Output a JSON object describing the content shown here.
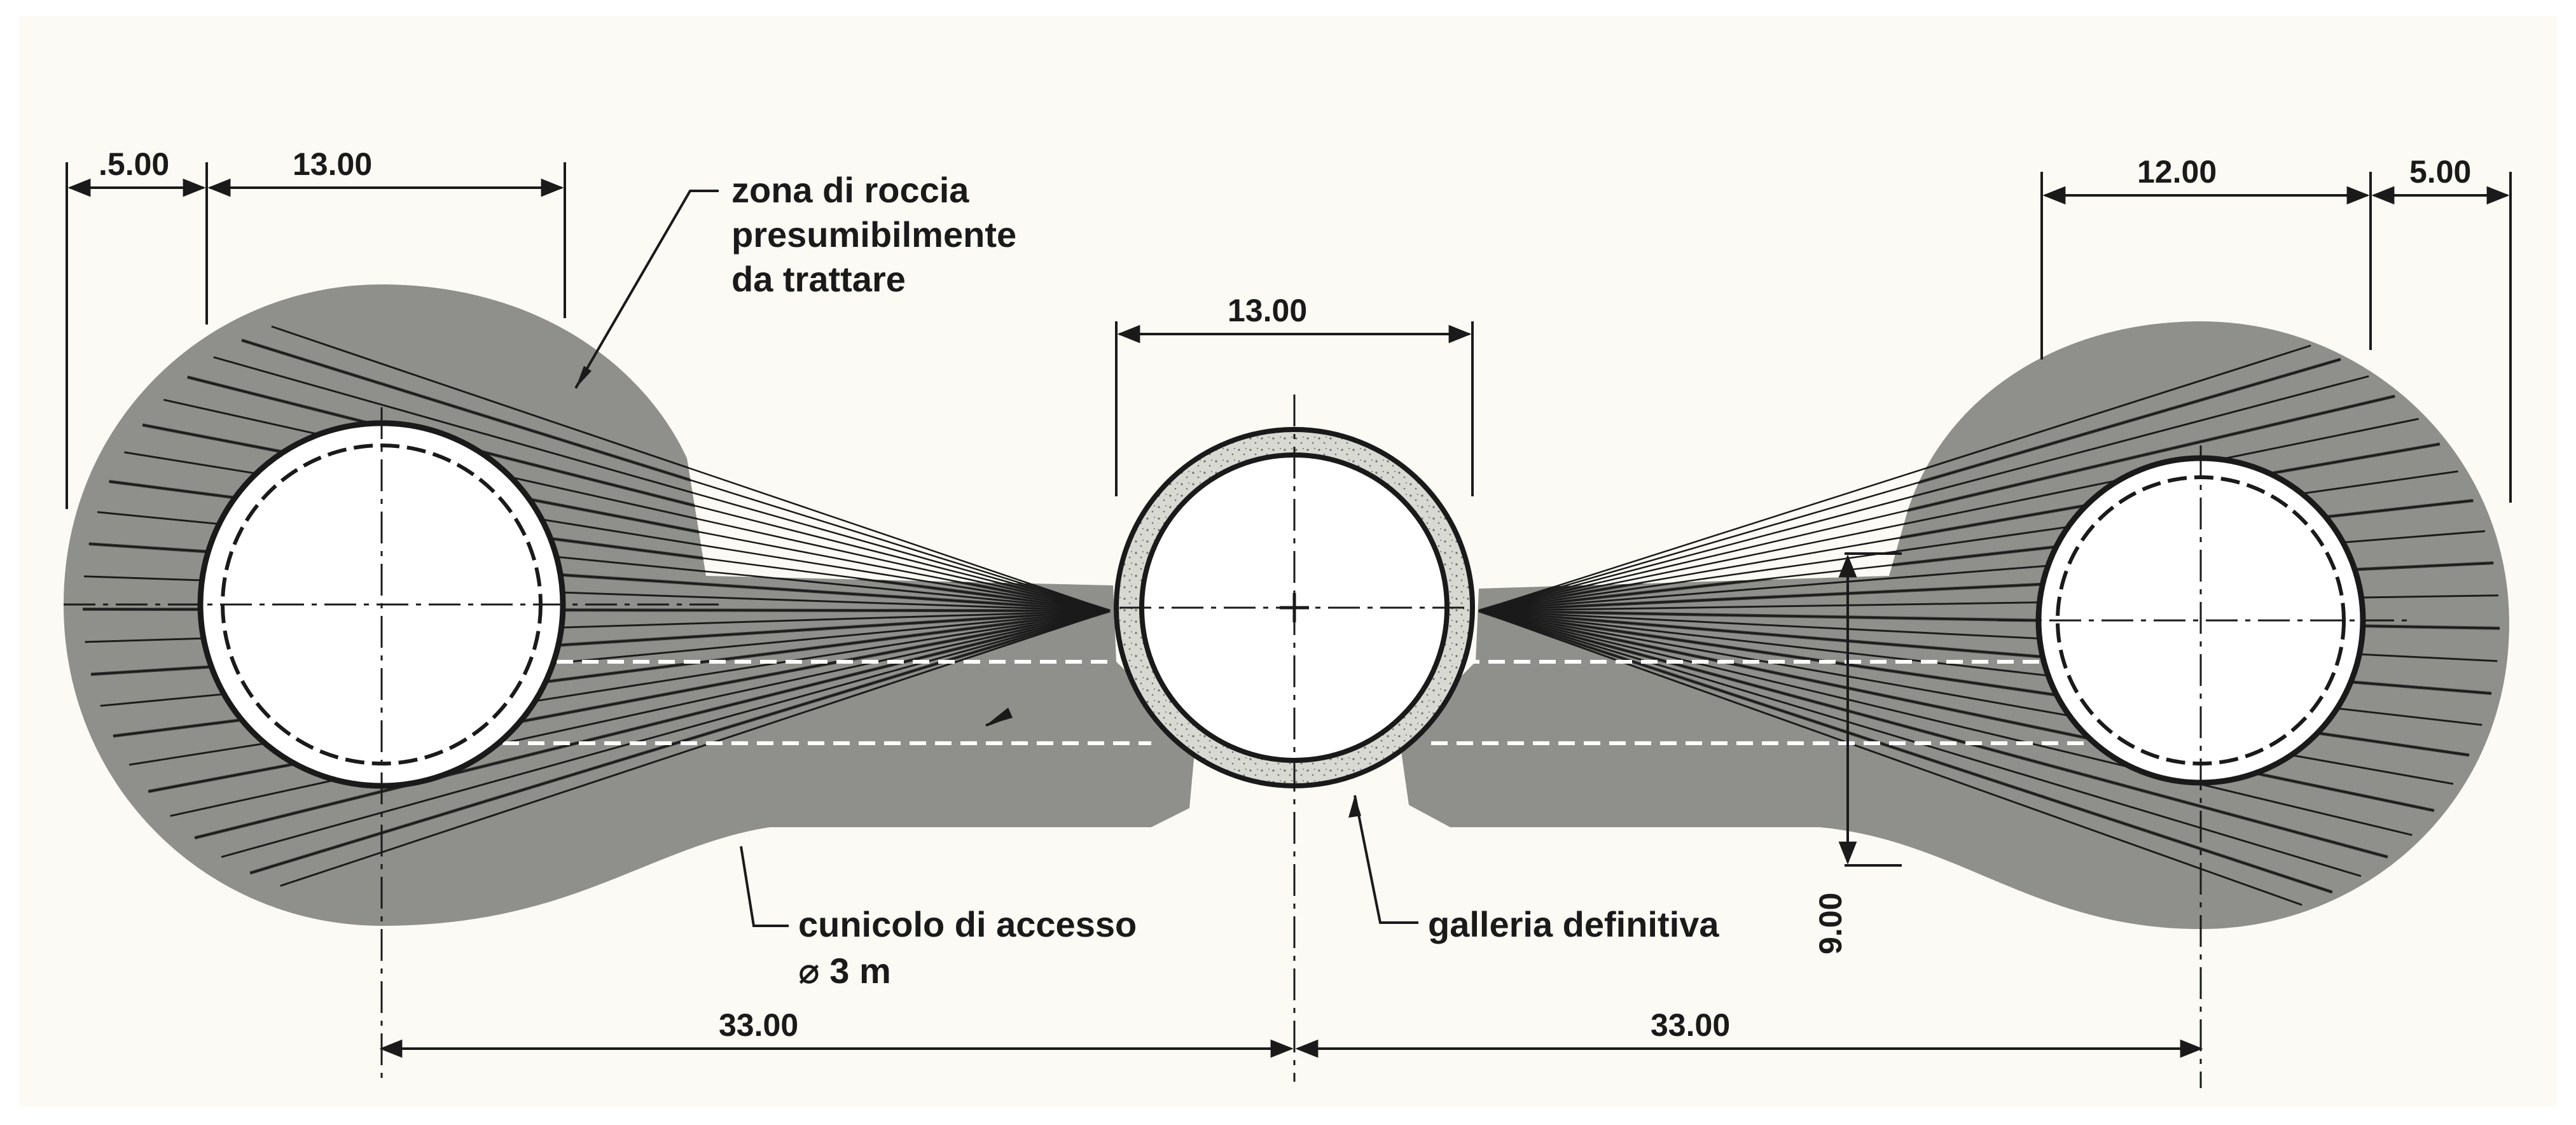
{
  "diagram": {
    "callouts": {
      "rock_zone": [
        "zona di roccia",
        "presumibilmente",
        "da trattare"
      ],
      "access_tunnel": [
        "cunicolo di accesso",
        "⌀ 3 m"
      ],
      "final_tunnel": "galleria definitiva"
    },
    "dimensions": {
      "left_offset": ".5.00",
      "left_width": "13.00",
      "center_width": "13.00",
      "right_width": "12.00",
      "right_offset": "5.00",
      "vertical": "9.00",
      "span_left": "33.00",
      "span_right": "33.00"
    },
    "colors": {
      "paper": "#fbfaf4",
      "rock_zone": "#8f8f8c",
      "lines": "#1a1a1a",
      "lining": "#d9d9d4"
    }
  }
}
